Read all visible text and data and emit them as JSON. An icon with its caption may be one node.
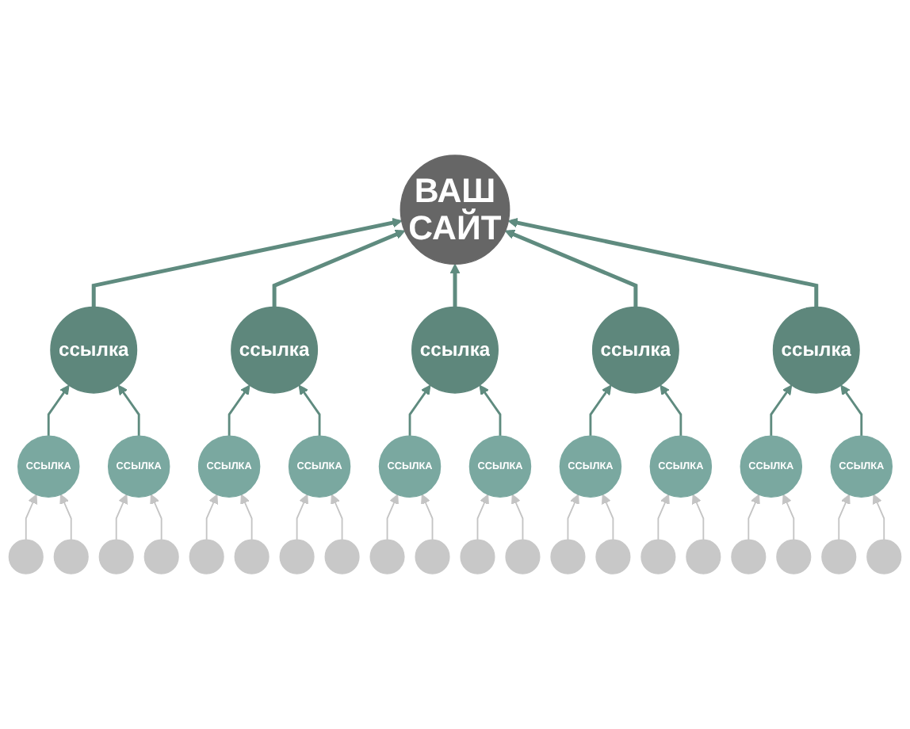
{
  "diagram": {
    "nodes": [
      {
        "text": [
          "ВАШ САЙТ"
        ]
      },
      {
        "text": [
          "ссылка"
        ]
      },
      {
        "text": [
          "ссылка"
        ]
      },
      {
        "text": [
          "ссылка"
        ]
      },
      {
        "text": [
          "ссылка"
        ]
      },
      {
        "text": [
          "ссылка"
        ]
      },
      {
        "text": [
          "ССЫЛКА"
        ]
      },
      {
        "text": [
          "ССЫЛКА"
        ]
      },
      {
        "text": [
          "ССЫЛКА"
        ]
      },
      {
        "text": [
          "ССЫЛКА"
        ]
      },
      {
        "text": [
          "ССЫЛКА"
        ]
      },
      {
        "text": [
          "ССЫЛКА"
        ]
      },
      {
        "text": [
          "ССЫЛКА"
        ]
      },
      {
        "text": [
          "ССЫЛКА"
        ]
      },
      {
        "text": [
          "ССЫЛКА"
        ]
      },
      {
        "text": [
          "ССЫЛКА"
        ]
      },
      {
        "text": [],
        "shape": "circle"
      },
      {
        "text": [],
        "shape": "circle"
      },
      {
        "text": [],
        "shape": "circle"
      },
      {
        "text": [],
        "shape": "circle"
      },
      {
        "text": [],
        "shape": "circle"
      },
      {
        "text": [],
        "shape": "circle"
      },
      {
        "text": [],
        "shape": "circle"
      },
      {
        "text": [],
        "shape": "circle"
      },
      {
        "text": [],
        "shape": "circle"
      },
      {
        "text": [],
        "shape": "circle"
      },
      {
        "text": [],
        "shape": "circle"
      },
      {
        "text": [],
        "shape": "circle"
      },
      {
        "text": [],
        "shape": "circle"
      },
      {
        "text": [],
        "shape": "circle"
      },
      {
        "text": [],
        "shape": "circle"
      },
      {
        "text": [],
        "shape": "circle"
      },
      {
        "text": [],
        "shape": "circle"
      },
      {
        "text": [],
        "shape": "circle"
      },
      {
        "text": [],
        "shape": "circle"
      },
      {
        "text": [],
        "shape": "circle"
      }
    ],
    "edges": [
      {
        "from": 1,
        "to": 0,
        "arrow": "to",
        "style": "thick",
        "color": "#5f8b7f"
      },
      {
        "from": 2,
        "to": 0,
        "arrow": "to",
        "style": "thick",
        "color": "#5f8b7f"
      },
      {
        "from": 3,
        "to": 0,
        "arrow": "to",
        "style": "thick",
        "color": "#5f8b7f"
      },
      {
        "from": 4,
        "to": 0,
        "arrow": "to",
        "style": "thick",
        "color": "#5f8b7f"
      },
      {
        "from": 5,
        "to": 0,
        "arrow": "to",
        "style": "thick",
        "color": "#5f8b7f"
      },
      {
        "from": 6,
        "to": 1,
        "arrow": "to",
        "color": "#5f8b7f"
      },
      {
        "from": 7,
        "to": 1,
        "arrow": "to",
        "color": "#5f8b7f"
      },
      {
        "from": 8,
        "to": 2,
        "arrow": "to",
        "color": "#5f8b7f"
      },
      {
        "from": 9,
        "to": 2,
        "arrow": "to",
        "color": "#5f8b7f"
      },
      {
        "from": 10,
        "to": 3,
        "arrow": "to",
        "color": "#5f8b7f"
      },
      {
        "from": 11,
        "to": 3,
        "arrow": "to",
        "color": "#5f8b7f"
      },
      {
        "from": 12,
        "to": 4,
        "arrow": "to",
        "color": "#5f8b7f"
      },
      {
        "from": 13,
        "to": 4,
        "arrow": "to",
        "color": "#5f8b7f"
      },
      {
        "from": 14,
        "to": 5,
        "arrow": "to",
        "color": "#5f8b7f"
      },
      {
        "from": 15,
        "to": 5,
        "arrow": "to",
        "color": "#5f8b7f"
      },
      {
        "from": 16,
        "to": 6,
        "arrow": "to"
      },
      {
        "from": 17,
        "to": 6,
        "arrow": "to"
      },
      {
        "from": 18,
        "to": 7,
        "arrow": "to"
      },
      {
        "from": 19,
        "to": 7,
        "arrow": "to"
      },
      {
        "from": 20,
        "to": 8,
        "arrow": "to"
      },
      {
        "from": 21,
        "to": 8,
        "arrow": "to"
      },
      {
        "from": 22,
        "to": 9,
        "arrow": "to"
      },
      {
        "from": 23,
        "to": 9,
        "arrow": "to"
      },
      {
        "from": 24,
        "to": 10,
        "arrow": "to"
      },
      {
        "from": 25,
        "to": 10,
        "arrow": "to"
      },
      {
        "from": 26,
        "to": 11,
        "arrow": "to"
      },
      {
        "from": 27,
        "to": 11,
        "arrow": "to"
      },
      {
        "from": 28,
        "to": 12,
        "arrow": "to"
      },
      {
        "from": 29,
        "to": 12,
        "arrow": "to"
      },
      {
        "from": 30,
        "to": 13,
        "arrow": "to"
      },
      {
        "from": 31,
        "to": 13,
        "arrow": "to"
      },
      {
        "from": 32,
        "to": 14,
        "arrow": "to"
      },
      {
        "from": 33,
        "to": 14,
        "arrow": "to"
      },
      {
        "from": 34,
        "to": 15,
        "arrow": "to"
      },
      {
        "from": 35,
        "to": 15,
        "arrow": "to"
      }
    ]
  }
}
